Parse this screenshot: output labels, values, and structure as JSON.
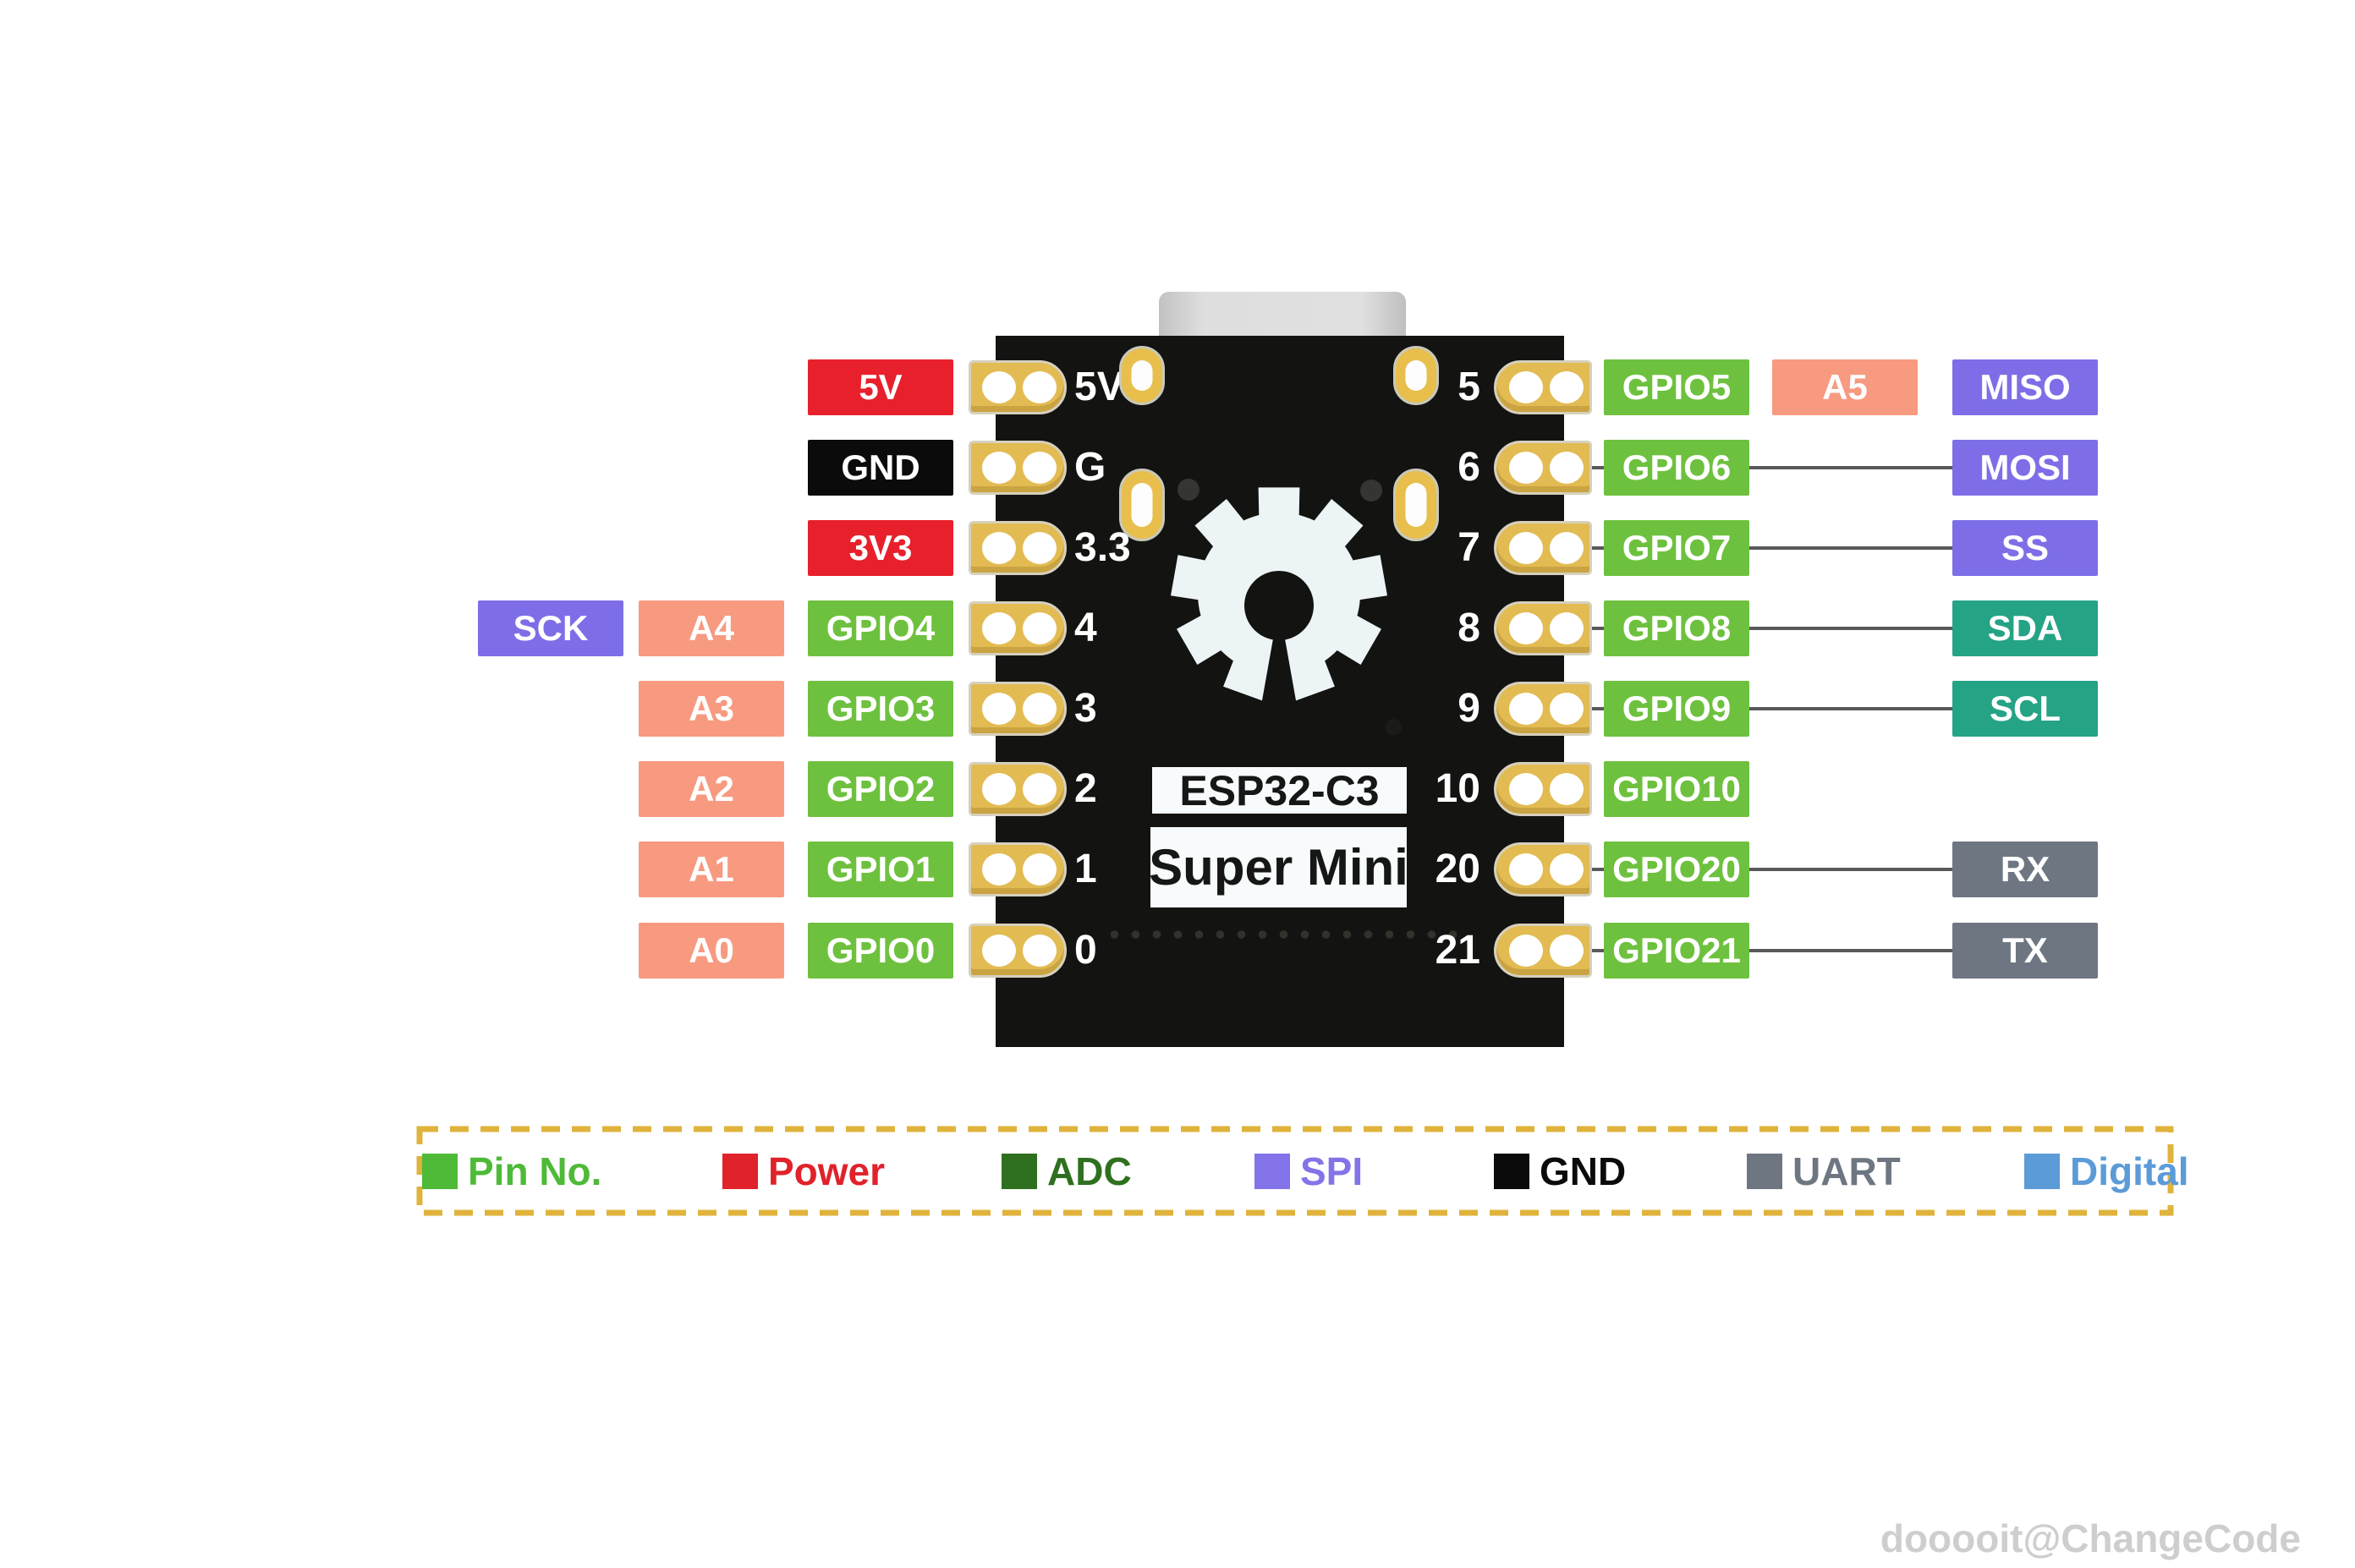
{
  "board": {
    "title": "ESP32-C3",
    "subtitle": "Super Mini"
  },
  "watermark": "dooooit@ChangeCode",
  "colors": {
    "gpio": "#6ec13e",
    "power": "#e8202c",
    "gnd": "#0b0b0b",
    "analog": "#f79a80",
    "spi": "#7d6ee8",
    "i2c": "#25a385",
    "uart": "#6e7681",
    "board_bg": "#131311",
    "pad_gold": "#e2bb52",
    "wire": "#58595b",
    "legend_border": "#dfb33c"
  },
  "left_pins": [
    {
      "board_label": "5V",
      "labels": [
        {
          "text": "5V",
          "type": "power",
          "col": 0
        }
      ]
    },
    {
      "board_label": "G",
      "labels": [
        {
          "text": "GND",
          "type": "gnd",
          "col": 0
        }
      ]
    },
    {
      "board_label": "3.3",
      "labels": [
        {
          "text": "3V3",
          "type": "power",
          "col": 0
        }
      ]
    },
    {
      "board_label": "4",
      "labels": [
        {
          "text": "GPIO4",
          "type": "gpio",
          "col": 0
        },
        {
          "text": "A4",
          "type": "analog",
          "col": 1
        },
        {
          "text": "SCK",
          "type": "spi",
          "col": 2
        }
      ]
    },
    {
      "board_label": "3",
      "labels": [
        {
          "text": "GPIO3",
          "type": "gpio",
          "col": 0
        },
        {
          "text": "A3",
          "type": "analog",
          "col": 1
        }
      ]
    },
    {
      "board_label": "2",
      "labels": [
        {
          "text": "GPIO2",
          "type": "gpio",
          "col": 0
        },
        {
          "text": "A2",
          "type": "analog",
          "col": 1
        }
      ]
    },
    {
      "board_label": "1",
      "labels": [
        {
          "text": "GPIO1",
          "type": "gpio",
          "col": 0
        },
        {
          "text": "A1",
          "type": "analog",
          "col": 1
        }
      ]
    },
    {
      "board_label": "0",
      "labels": [
        {
          "text": "GPIO0",
          "type": "gpio",
          "col": 0
        },
        {
          "text": "A0",
          "type": "analog",
          "col": 1
        }
      ]
    }
  ],
  "right_pins": [
    {
      "board_label": "5",
      "labels": [
        {
          "text": "GPIO5",
          "type": "gpio",
          "col": 0
        },
        {
          "text": "A5",
          "type": "analog",
          "col": 1
        },
        {
          "text": "MISO",
          "type": "spi",
          "col": 2
        }
      ],
      "wire": false
    },
    {
      "board_label": "6",
      "labels": [
        {
          "text": "GPIO6",
          "type": "gpio",
          "col": 0
        },
        {
          "text": "MOSI",
          "type": "spi",
          "col": 2
        }
      ],
      "wire": true
    },
    {
      "board_label": "7",
      "labels": [
        {
          "text": "GPIO7",
          "type": "gpio",
          "col": 0
        },
        {
          "text": "SS",
          "type": "spi",
          "col": 2
        }
      ],
      "wire": true
    },
    {
      "board_label": "8",
      "labels": [
        {
          "text": "GPIO8",
          "type": "gpio",
          "col": 0
        },
        {
          "text": "SDA",
          "type": "i2c",
          "col": 2
        }
      ],
      "wire": true
    },
    {
      "board_label": "9",
      "labels": [
        {
          "text": "GPIO9",
          "type": "gpio",
          "col": 0
        },
        {
          "text": "SCL",
          "type": "i2c",
          "col": 2
        }
      ],
      "wire": true
    },
    {
      "board_label": "10",
      "labels": [
        {
          "text": "GPIO10",
          "type": "gpio",
          "col": 0
        }
      ],
      "wire": false
    },
    {
      "board_label": "20",
      "labels": [
        {
          "text": "GPIO20",
          "type": "gpio",
          "col": 0
        },
        {
          "text": "RX",
          "type": "uart",
          "col": 2
        }
      ],
      "wire": true
    },
    {
      "board_label": "21",
      "labels": [
        {
          "text": "GPIO21",
          "type": "gpio",
          "col": 0
        },
        {
          "text": "TX",
          "type": "uart",
          "col": 2
        }
      ],
      "wire": true
    }
  ],
  "legend": [
    {
      "label": "Pin No.",
      "color": "#4eba38"
    },
    {
      "label": "Power",
      "color": "#e0222b"
    },
    {
      "label": "ADC",
      "color": "#2e701f"
    },
    {
      "label": "SPI",
      "color": "#8274e8"
    },
    {
      "label": "GND",
      "color": "#0b0b0b"
    },
    {
      "label": "UART",
      "color": "#6e7681"
    },
    {
      "label": "Digital",
      "color": "#5b9bd8"
    }
  ]
}
